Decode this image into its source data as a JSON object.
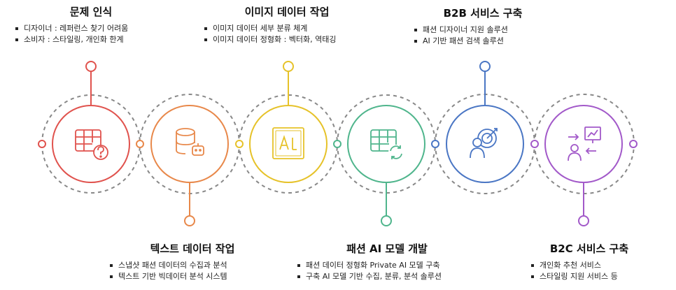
{
  "stages": [
    {
      "title": "문제 인식",
      "bullets": [
        "디자이너 : 레퍼런스 찾기 어려움",
        "소비자 : 스타일링, 개인화 한계"
      ],
      "color": "#e0524d",
      "icon": "table-question-icon"
    },
    {
      "title": "텍스트 데이터 작업",
      "bullets": [
        "스냅샷 패션 데이터의 수집과 분석",
        "텍스트 기반 빅데이터 분석 시스템"
      ],
      "color": "#e8884a",
      "icon": "database-bot-icon"
    },
    {
      "title": "이미지 데이터 작업",
      "bullets": [
        "이미지 데이터 세부 분류 체계",
        "이미지 데이터 정형화 : 벡터화, 역태깅"
      ],
      "color": "#e6c229",
      "icon": "ai-icon"
    },
    {
      "title": "패션 AI 모델 개발",
      "bullets": [
        "패션 데이터 정형화 Private AI 모델 구축",
        "구축 AI 모델 기반 수집, 분류, 분석 솔루션"
      ],
      "color": "#4fb58c",
      "icon": "table-refresh-icon"
    },
    {
      "title": "B2B 서비스 구축",
      "bullets": [
        "패션 디자이너 지원 솔루션",
        "AI 기반 패션 검색 솔루션"
      ],
      "color": "#4a76c4",
      "icon": "target-user-icon"
    },
    {
      "title": "B2C 서비스 구축",
      "bullets": [
        "개인화 추천 서비스",
        "스타일링 지원 서비스  등"
      ],
      "color": "#a259c9",
      "icon": "presenter-icon"
    }
  ]
}
